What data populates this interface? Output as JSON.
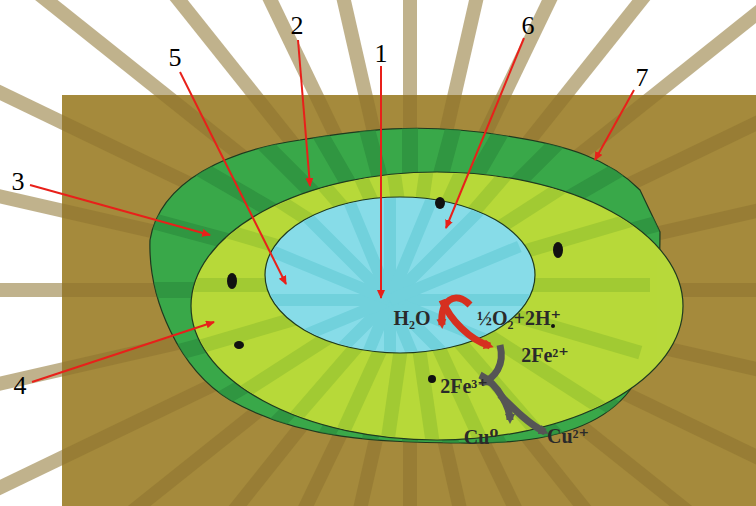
{
  "diagram": {
    "labels": [
      "1",
      "2",
      "3",
      "4",
      "5",
      "6",
      "7",
      "H₂O",
      "½O₂+2H⁺",
      "2Fe³⁺",
      "2Fe²⁺",
      "Cu⁰",
      "Cu²⁺"
    ]
  }
}
